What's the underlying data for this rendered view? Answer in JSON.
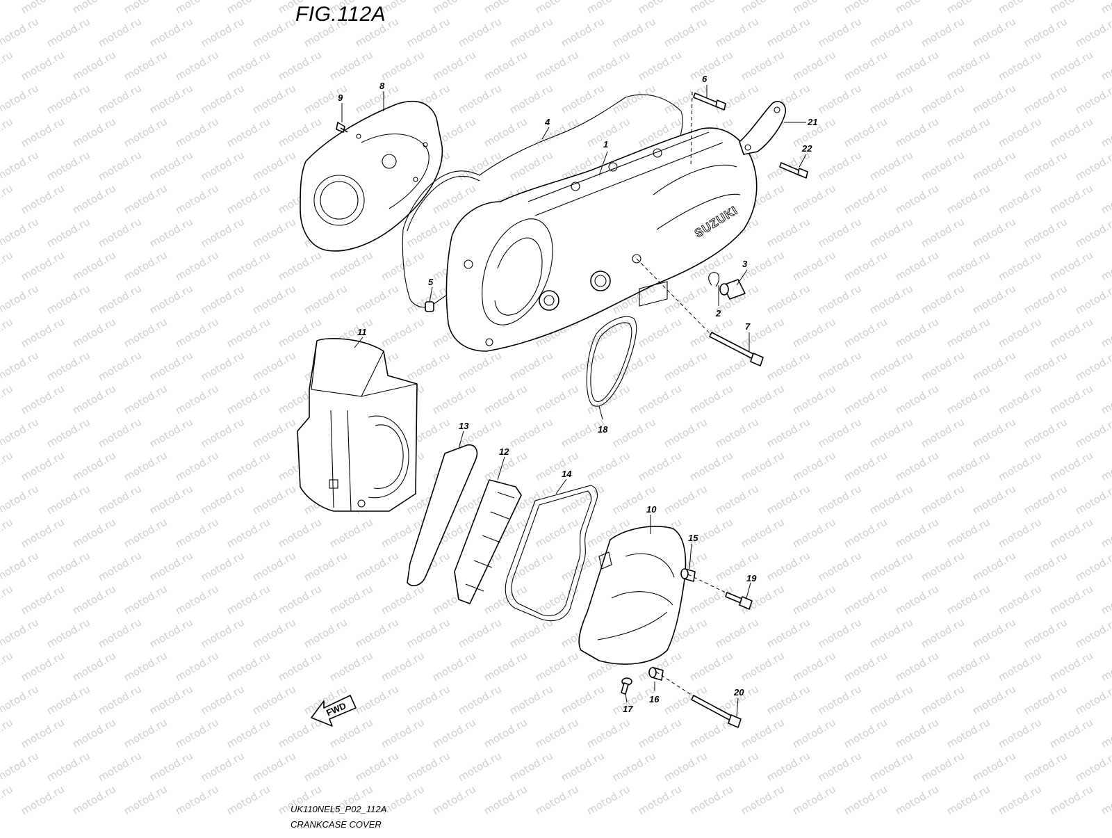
{
  "figure": {
    "title": "FIG.112A",
    "code": "UK110NEL5_P02_112A",
    "name": "CRANKCASE COVER"
  },
  "watermark": {
    "text": "motod.ru",
    "color": "#cfcfcf"
  },
  "cover_brand": "SUZUKI",
  "fwd_label": "FWD",
  "callouts": [
    "1",
    "2",
    "3",
    "4",
    "5",
    "6",
    "7",
    "8",
    "9",
    "10",
    "11",
    "12",
    "13",
    "14",
    "15",
    "16",
    "17",
    "18",
    "19",
    "20",
    "21",
    "22"
  ]
}
